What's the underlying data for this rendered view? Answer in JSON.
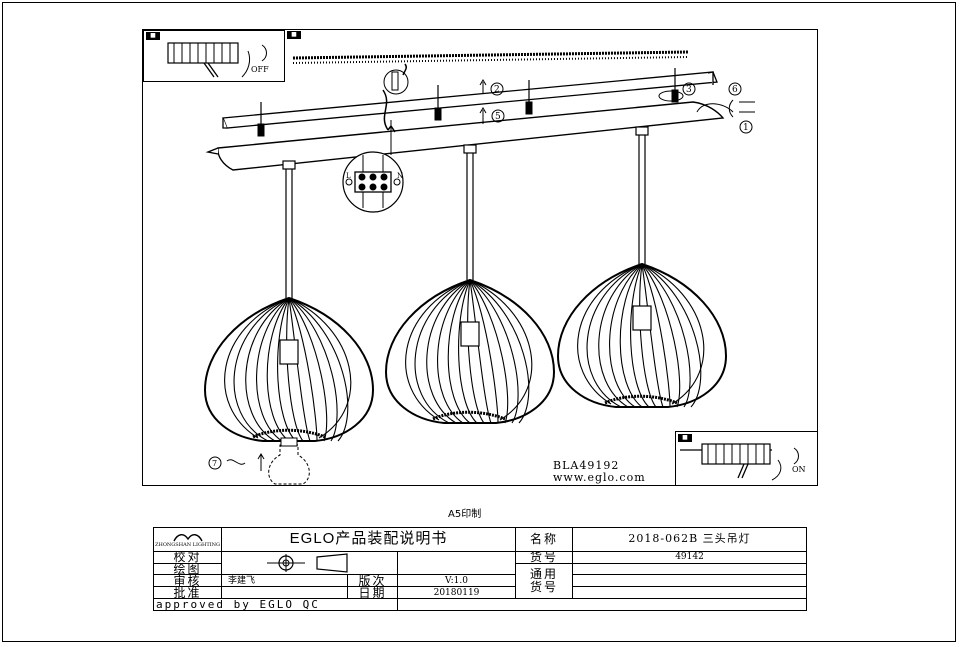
{
  "document": {
    "model_code": "BLA49192",
    "website": "www.eglo.com",
    "print_note": "A5印制",
    "insets": {
      "top_left": {
        "badge": "■",
        "label": "OFF"
      },
      "top_right_badge": "■",
      "bottom_right": {
        "badge": "■",
        "label": "ON"
      }
    },
    "terminal_labels": {
      "left": "L",
      "right": "N"
    }
  },
  "title_block": {
    "logo_text": "ZHONGSHAN LIGHTING",
    "title": "EGLO产品装配说明书",
    "name_label": "名称",
    "name_value": "2018-062B 三头吊灯",
    "check_label": "校对",
    "item_no_label": "货号",
    "item_no_value": "49142",
    "drawn_label": "绘图",
    "drawn_value": "李建飞",
    "general_label": "通用",
    "general_label_2": "货号",
    "review_label": "审核",
    "version_label": "版次",
    "version_value": "V:1.0",
    "approve_label": "批准",
    "date_label": "日期",
    "date_value": "20180119",
    "approved_by": "approved by EGLO QC"
  }
}
